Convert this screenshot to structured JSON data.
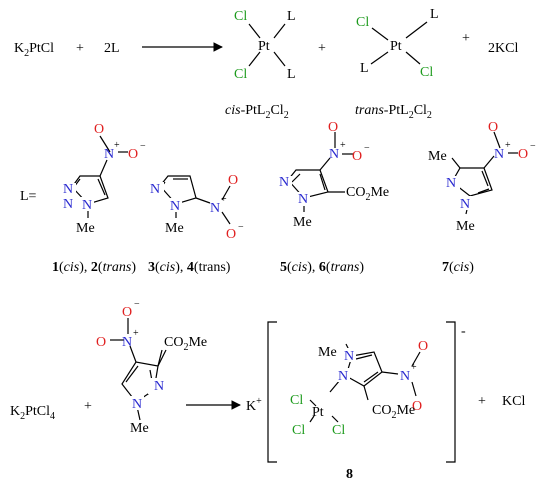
{
  "colors": {
    "chlorine": "#1d9b1d",
    "nitrogen": "#2a2ad0",
    "oxygen": "#e02020",
    "text": "#000000"
  },
  "reaction1": {
    "k2": "K",
    "k2_sub": "2",
    "ptcl": "PtCl",
    "plus1": "+",
    "twoL": "2L",
    "plus2": "+",
    "plus3": "+",
    "kcl": "2KCl",
    "cis": {
      "cl_top": "Cl",
      "cl_bottom": "Cl",
      "pt": "Pt",
      "l_top": "L",
      "l_bottom": "L",
      "caption_italic": "cis",
      "caption_rest": "-PtL",
      "caption_sub1": "2",
      "caption_cl": "Cl",
      "caption_sub2": "2"
    },
    "trans": {
      "cl_top": "Cl",
      "cl_bottom": "Cl",
      "pt": "Pt",
      "l_top": "L",
      "l_bottom": "L",
      "caption_italic": "trans",
      "caption_rest": "-PtL",
      "caption_sub1": "2",
      "caption_cl": "Cl",
      "caption_sub2": "2"
    }
  },
  "ligands": {
    "l_label": "L=",
    "n": "N",
    "me": "Me",
    "nplus": "+",
    "o": "O",
    "ominus": "−",
    "co2me": "CO",
    "co2me_sub": "2",
    "co2me_me": "Me",
    "caption1": {
      "n1": "1",
      "p1": "(",
      "t1": "cis",
      "p2": "), ",
      "n2": "2",
      "p3": "(",
      "t2": "trans",
      "p4": ")"
    },
    "caption2": {
      "n1": "3",
      "p1": "(",
      "t1": "cis",
      "p2": "), ",
      "n2": "4",
      "p3": "(trans)"
    },
    "caption3": {
      "n1": "5",
      "p1": "(",
      "t1": "cis",
      "p2": "), ",
      "n2": "6",
      "p3": "(",
      "t2": "trans",
      "p4": ")"
    },
    "caption4": {
      "n1": "7",
      "p1": "(",
      "t1": "cis",
      "p2": ")"
    }
  },
  "reaction2": {
    "k2": "K",
    "k2_sub": "2",
    "ptcl": "PtCl",
    "cl4_sub": "4",
    "plus1": "+",
    "kplus": "K",
    "kplus_sup": "+",
    "minus": "-",
    "plus2": "+",
    "kcl": "KCl",
    "pt": "Pt",
    "cl": "Cl",
    "compound": "8"
  }
}
